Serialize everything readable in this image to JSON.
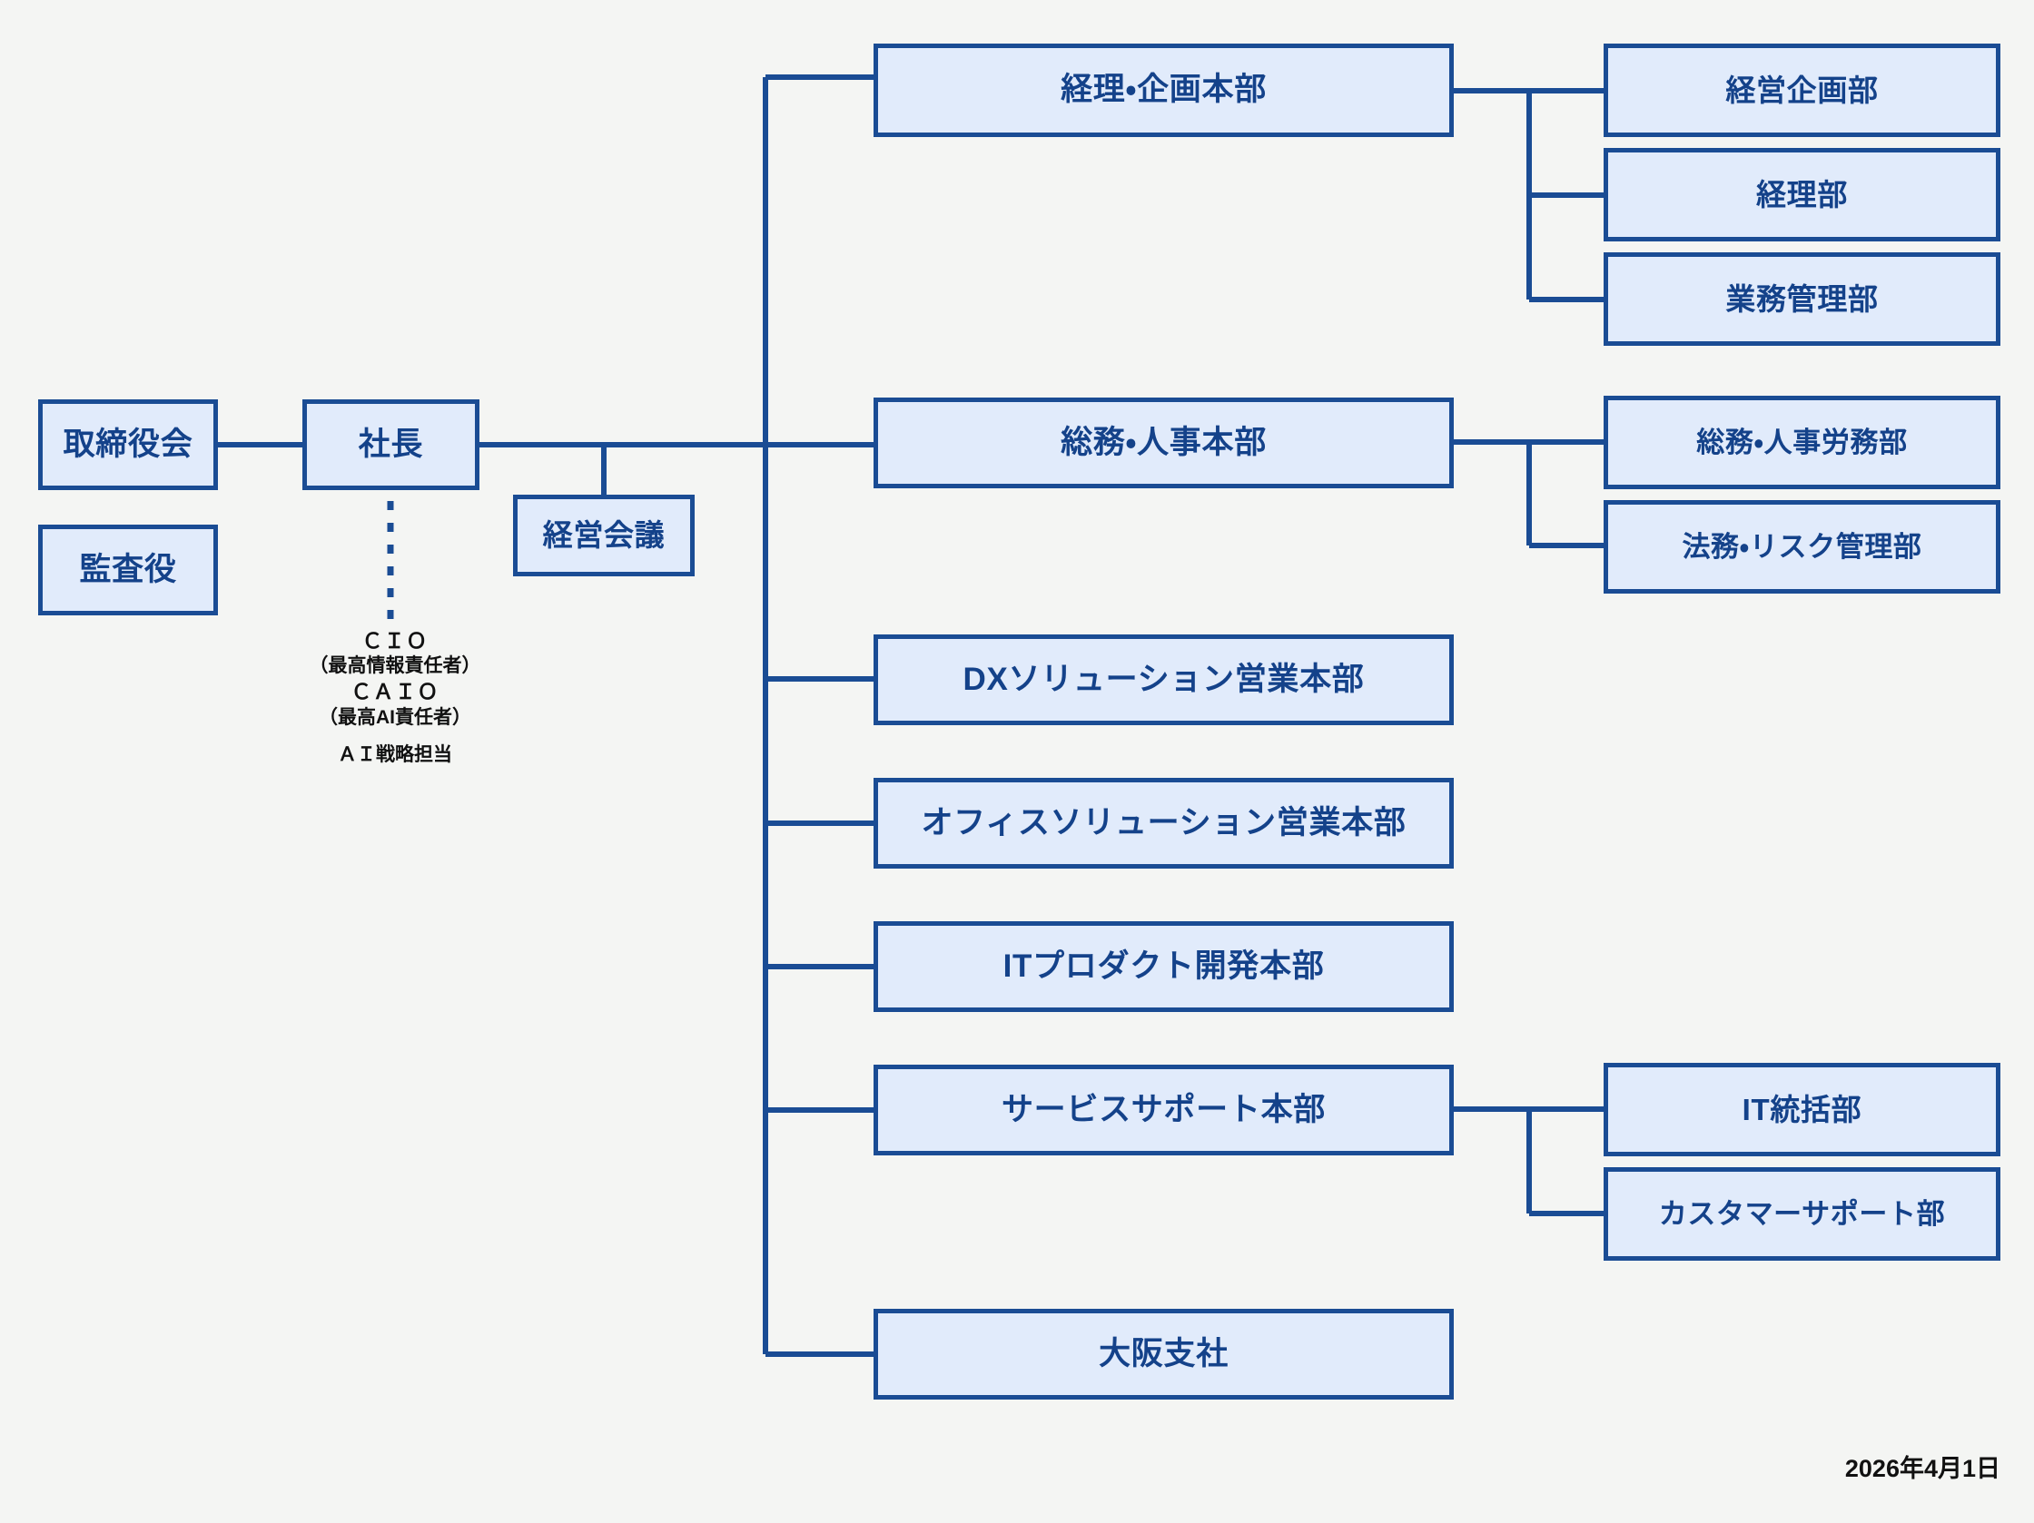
{
  "page": {
    "background_color": "#f4f5f3",
    "box_fill": "#e1ebfb",
    "box_border": "#1a4c94",
    "box_text_color": "#14428a",
    "line_color": "#1a4c94",
    "effective_date": "2026年4月1日"
  },
  "governance": {
    "board": "取締役会",
    "auditor": "監査役",
    "president": "社長",
    "management_meeting": "経営会議"
  },
  "officer_roles": {
    "cio_title": "ＣＩＯ",
    "cio_subtitle": "（最高情報責任者）",
    "caio_title": "ＣＡＩＯ",
    "caio_subtitle": "（最高AI責任者）",
    "ai_strategy": "ＡＩ戦略担当"
  },
  "divisions": [
    {
      "name": "経理・企画本部",
      "departments": [
        "経営企画部",
        "経理部",
        "業務管理部"
      ]
    },
    {
      "name": "総務・人事本部",
      "departments": [
        "総務・人事労務部",
        "法務・リスク管理部"
      ]
    },
    {
      "name": "DXソリューション営業本部",
      "departments": []
    },
    {
      "name": "オフィスソリューション営業本部",
      "departments": []
    },
    {
      "name": "ITプロダクト開発本部",
      "departments": []
    },
    {
      "name": "サービスサポート本部",
      "departments": [
        "IT統括部",
        "カスタマーサポート部"
      ]
    },
    {
      "name": "大阪支社",
      "departments": []
    }
  ]
}
